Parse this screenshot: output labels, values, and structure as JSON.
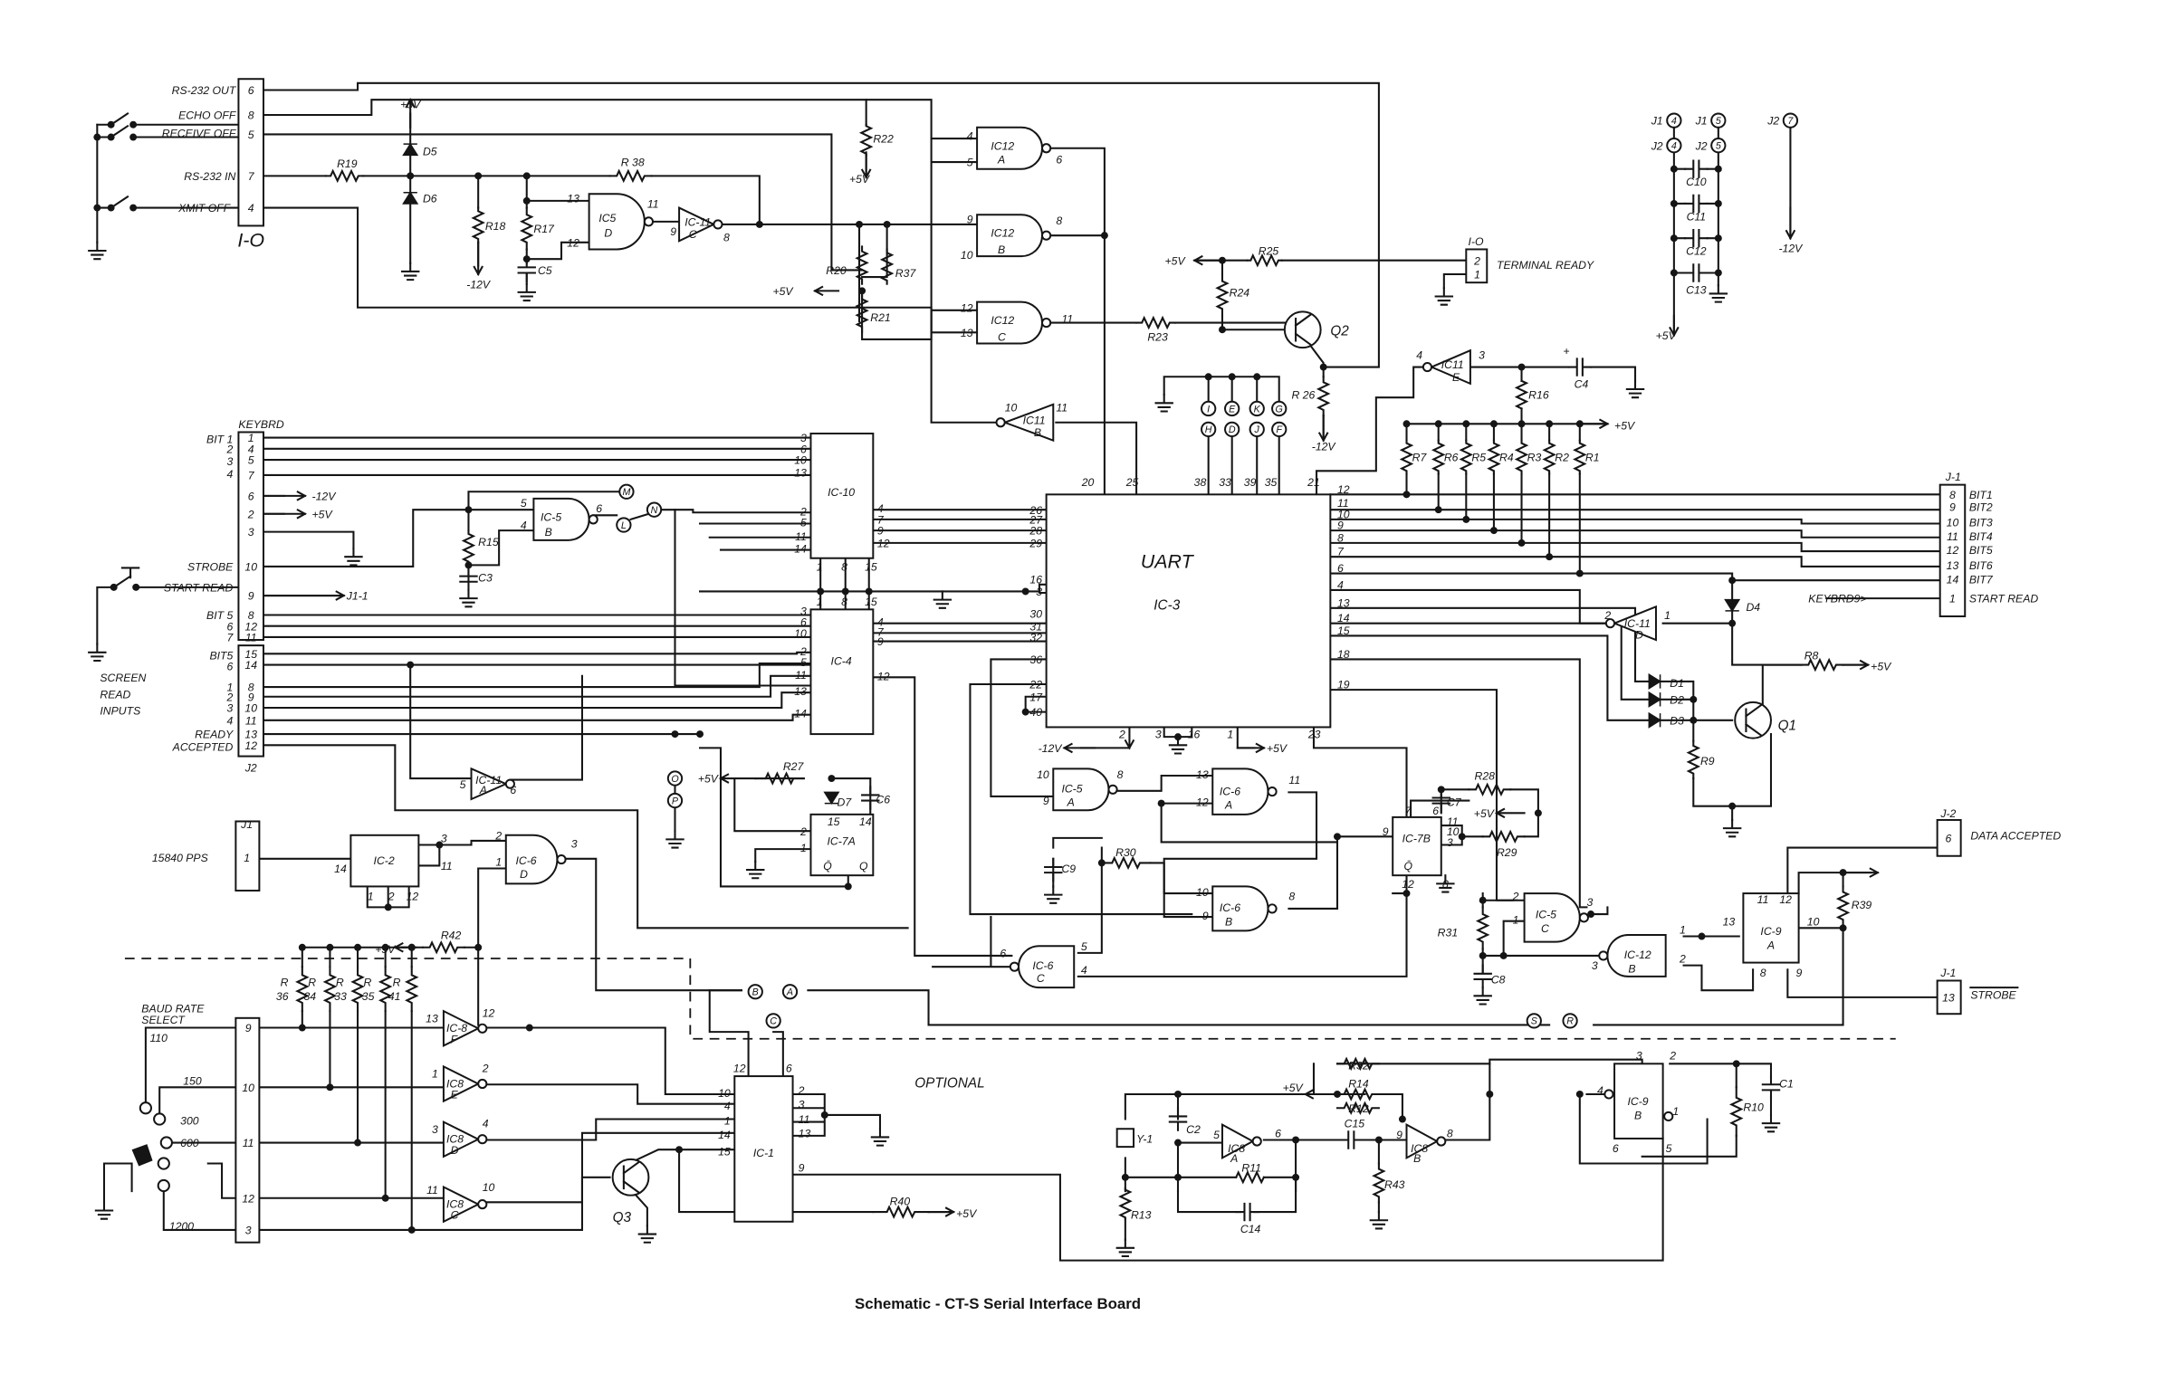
{
  "caption": "Schematic - CT-S Serial Interface Board",
  "optional_label": "OPTIONAL",
  "power": {
    "p5": "+5V",
    "m12": "-12V"
  },
  "io_connector": {
    "name": "I-O",
    "pins": [
      "6",
      "8",
      "5",
      "7",
      "4"
    ],
    "signals": [
      "RS-232 OUT",
      "ECHO OFF",
      "RECEIVE OFF",
      "RS-232 IN",
      "XMIT OFF"
    ]
  },
  "terminal_ready": {
    "name": "I-O",
    "pins": [
      "2",
      "1"
    ],
    "signal": "TERMINAL READY"
  },
  "supply_block": {
    "nodes": [
      "J1",
      "4",
      "J2",
      "4",
      "J1",
      "5",
      "J2",
      "5",
      "J2",
      "7"
    ],
    "caps": [
      "C10",
      "C11",
      "C12",
      "C13"
    ]
  },
  "keybrd": {
    "name": "KEYBRD",
    "pins": [
      "1",
      "4",
      "5",
      "7",
      "6",
      "2",
      "3",
      "10",
      "9",
      "8",
      "12",
      "11"
    ],
    "left": [
      "BIT 1",
      "2",
      "3",
      "4",
      "STROBE",
      "START READ",
      "BIT 5",
      "6",
      "7"
    ],
    "to_j1": "J1-1"
  },
  "j2": {
    "name": "J2",
    "pins": [
      "15",
      "14",
      "8",
      "9",
      "10",
      "11",
      "13",
      "12"
    ],
    "left": [
      "BIT5",
      "6",
      "1",
      "2",
      "3",
      "4",
      "READY",
      "ACCEPTED"
    ],
    "group": [
      "SCREEN",
      "READ",
      "INPUTS"
    ]
  },
  "uart": {
    "name": "UART",
    "ref": "IC-3",
    "top_pins": [
      "20",
      "25",
      "38",
      "33",
      "39",
      "35",
      "21"
    ],
    "left_pins": [
      "26",
      "27",
      "28",
      "29",
      "16",
      "3",
      "30",
      "31",
      "32",
      "36",
      "22",
      "17",
      "40"
    ],
    "right_pins": [
      "12",
      "11",
      "10",
      "9",
      "8",
      "7",
      "6",
      "4",
      "13",
      "14",
      "15",
      "18",
      "19"
    ],
    "bottom_pins": [
      "2",
      "3",
      "16",
      "1",
      "23"
    ],
    "test_points": [
      "I",
      "E",
      "K",
      "G",
      "H",
      "D",
      "J",
      "F"
    ]
  },
  "j1_out": {
    "name": "J-1",
    "pins": [
      "8",
      "9",
      "10",
      "11",
      "12",
      "13",
      "14",
      "1"
    ],
    "signals": [
      "BIT1",
      "BIT2",
      "BIT3",
      "BIT4",
      "BIT5",
      "BIT6",
      "BIT7",
      "START READ"
    ],
    "keybrd_in": "KEYBRD9>"
  },
  "ic10": {
    "name": "IC-10",
    "left": [
      "3",
      "6",
      "10",
      "13",
      "2",
      "5",
      "11",
      "14"
    ],
    "right": [
      "4",
      "7",
      "9",
      "12"
    ],
    "bottom": [
      "1",
      "8",
      "15"
    ]
  },
  "ic4": {
    "name": "IC-4",
    "left": [
      "3",
      "6",
      "10",
      "2",
      "5",
      "11",
      "13",
      "14"
    ],
    "right": [
      "4",
      "7",
      "9",
      "12"
    ],
    "top": [
      "1",
      "8",
      "15"
    ]
  },
  "gates": {
    "ic5d": {
      "name": "IC5",
      "unit": "D",
      "pins": [
        "13",
        "12",
        "11"
      ]
    },
    "ic11c": {
      "name": "IC-11",
      "unit": "C",
      "pins": [
        "9",
        "8"
      ]
    },
    "ic12a": {
      "name": "IC12",
      "unit": "A",
      "pins": [
        "4",
        "5",
        "6"
      ]
    },
    "ic12b": {
      "name": "IC12",
      "unit": "B",
      "pins": [
        "9",
        "10",
        "8"
      ]
    },
    "ic12c": {
      "name": "IC12",
      "unit": "C",
      "pins": [
        "12",
        "13",
        "11"
      ]
    },
    "ic11b": {
      "name": "IC11",
      "unit": "B",
      "pins": [
        "10",
        "11"
      ]
    },
    "ic11e": {
      "name": "IC11",
      "unit": "E",
      "pins": [
        "4",
        "3"
      ]
    },
    "ic11d": {
      "name": "IC-11",
      "unit": "D",
      "pins": [
        "2",
        "1"
      ]
    },
    "ic5b": {
      "name": "IC-5",
      "unit": "B",
      "pins": [
        "5",
        "4",
        "6"
      ]
    },
    "ic11a": {
      "name": "IC-11",
      "unit": "A",
      "pins": [
        "5",
        "6"
      ]
    },
    "ic5a": {
      "name": "IC-5",
      "unit": "A",
      "pins": [
        "10",
        "9",
        "8"
      ]
    },
    "ic6a": {
      "name": "IC-6",
      "unit": "A",
      "pins": [
        "13",
        "12",
        "11"
      ]
    },
    "ic6b": {
      "name": "IC-6",
      "unit": "B",
      "pins": [
        "10",
        "9",
        "8"
      ]
    },
    "ic6c": {
      "name": "IC-6",
      "unit": "C",
      "pins": [
        "5",
        "4",
        "6"
      ]
    },
    "ic6d": {
      "name": "IC-6",
      "unit": "D",
      "pins": [
        "2",
        "1",
        "3"
      ]
    },
    "ic5c": {
      "name": "IC-5",
      "unit": "C",
      "pins": [
        "2",
        "1",
        "3"
      ]
    },
    "ic12b2": {
      "name": "IC-12",
      "unit": "B",
      "pins": [
        "3",
        "1",
        "2"
      ]
    },
    "ic8f": {
      "name": "IC-8",
      "unit": "F",
      "pins": [
        "13",
        "12"
      ]
    },
    "ic8e": {
      "name": "IC8",
      "unit": "E",
      "pins": [
        "1",
        "2"
      ]
    },
    "ic8d": {
      "name": "IC8",
      "unit": "D",
      "pins": [
        "3",
        "4"
      ]
    },
    "ic8c": {
      "name": "IC8",
      "unit": "C",
      "pins": [
        "11",
        "10"
      ]
    },
    "ic8a": {
      "name": "IC8",
      "unit": "A",
      "pins": [
        "5",
        "6"
      ]
    },
    "ic8b": {
      "name": "IC8",
      "unit": "B",
      "pins": [
        "9",
        "8"
      ]
    }
  },
  "ic7a": {
    "name": "IC-7A",
    "pins": [
      "2",
      "1",
      "15",
      "14",
      "Q̄",
      "Q"
    ]
  },
  "ic7b": {
    "name": "IC-7B",
    "pins": [
      "9",
      "7",
      "6",
      "11",
      "10",
      "3",
      "12",
      "8",
      "Q̄"
    ]
  },
  "ic9a": {
    "name": "IC-9",
    "unit": "A",
    "pins": [
      "11",
      "12",
      "13",
      "10",
      "8",
      "9"
    ]
  },
  "ic9b": {
    "name": "IC-9",
    "unit": "B",
    "pins": [
      "4",
      "3",
      "2",
      "1",
      "6",
      "5"
    ]
  },
  "ic2": {
    "name": "IC-2",
    "pins": [
      "14",
      "3",
      "11",
      "1",
      "2",
      "12"
    ]
  },
  "ic1": {
    "name": "IC-1",
    "left": [
      "10",
      "4",
      "1",
      "14",
      "15"
    ],
    "top": [
      "12",
      "6"
    ],
    "right": [
      "2",
      "3",
      "11",
      "13",
      "9"
    ]
  },
  "j1_clock": {
    "name": "J1",
    "pin": "1",
    "signal": "15840 PPS"
  },
  "j2_data_accepted": {
    "name": "J-2",
    "pin": "6",
    "signal": "DATA ACCEPTED"
  },
  "j1_strobe": {
    "name": "J-1",
    "pin": "13",
    "signal": "STROBE"
  },
  "baud": {
    "title": [
      "BAUD RATE",
      "SELECT"
    ],
    "pins": [
      "9",
      "10",
      "11",
      "12",
      "3"
    ],
    "rates": [
      "110",
      "150",
      "300",
      "600",
      "1200"
    ]
  },
  "offpage": {
    "M": "M",
    "N": "N",
    "L": "L",
    "O": "O",
    "P": "P",
    "S": "S",
    "R": "R",
    "A": "A",
    "B": "B",
    "C": "C"
  },
  "parts": {
    "R1": "R1",
    "R2": "R2",
    "R3": "R3",
    "R4": "R4",
    "R5": "R5",
    "R6": "R6",
    "R7": "R7",
    "R8": "R8",
    "R9": "R9",
    "R10": "R10",
    "R11": "R11",
    "R12": "R12",
    "R13": "R13",
    "R14": "R14",
    "R15": "R15",
    "R16": "R16",
    "R17": "R17",
    "R18": "R18",
    "R19": "R19",
    "R20": "R20",
    "R21": "R21",
    "R22": "R22",
    "R23": "R23",
    "R24": "R24",
    "R25": "R25",
    "R26": "R 26",
    "R27": "R27",
    "R28": "R28",
    "R29": "R29",
    "R30": "R30",
    "R31": "R31",
    "R32": "R32",
    "R37": "R37",
    "R38": "R 38",
    "R39": "R39",
    "R40": "R40",
    "R42": "R42",
    "R43": "R43",
    "R36": "36",
    "R34": "34",
    "R33": "33",
    "R35": "35",
    "R41": "41",
    "Rprefix": "R",
    "C1": "C1",
    "C2": "C2",
    "C3": "C3",
    "C4": "C4",
    "C5": "C5",
    "C6": "C6",
    "C7": "C7",
    "C8": "C8",
    "C9": "C9",
    "C14": "C14",
    "C15": "C15",
    "D1": "D1",
    "D2": "D2",
    "D3": "D3",
    "D4": "D4",
    "D5": "D5",
    "D6": "D6",
    "D7": "D7",
    "Q1": "Q1",
    "Q2": "Q2",
    "Q3": "Q3",
    "Y1": "Y-1",
    "plus": "+"
  }
}
